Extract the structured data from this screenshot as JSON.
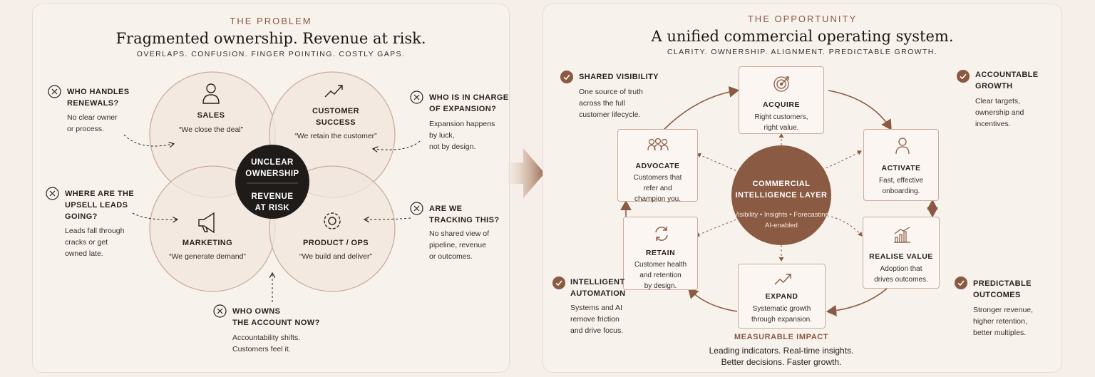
{
  "problem": {
    "eyebrow": "THE PROBLEM",
    "title": "Fragmented ownership. Revenue at risk.",
    "tagline": "OVERLAPS. CONFUSION. FINGER POINTING. COSTLY GAPS.",
    "circles": [
      {
        "title": "SALES",
        "quote": "“We close the deal”",
        "icon": "person-icon"
      },
      {
        "title_lines": [
          "CUSTOMER",
          "SUCCESS"
        ],
        "quote": "“We retain the customer”",
        "icon": "trend-up-icon"
      },
      {
        "title": "MARKETING",
        "quote": "“We generate demand”",
        "icon": "megaphone-icon"
      },
      {
        "title": "PRODUCT / OPS",
        "quote": "“We build and deliver”",
        "icon": "gear-icon"
      }
    ],
    "center": {
      "line1": "UNCLEAR",
      "line2": "OWNERSHIP",
      "line3": "REVENUE",
      "line4": "AT RISK"
    },
    "questions": [
      {
        "title_lines": [
          "WHO HANDLES",
          "RENEWALS?"
        ],
        "desc_lines": [
          "No clear owner",
          "or process."
        ]
      },
      {
        "title_lines": [
          "WHO IS IN CHARGE",
          "OF EXPANSION?"
        ],
        "desc_lines": [
          "Expansion happens",
          "by luck,",
          "not by design."
        ]
      },
      {
        "title_lines": [
          "WHERE ARE THE",
          "UPSELL LEADS",
          "GOING?"
        ],
        "desc_lines": [
          "Leads fall through",
          "cracks or get",
          "owned late."
        ]
      },
      {
        "title_lines": [
          "ARE WE",
          "TRACKING THIS?"
        ],
        "desc_lines": [
          "No shared view of",
          "pipeline, revenue",
          "or outcomes."
        ]
      },
      {
        "title_lines": [
          "WHO OWNS",
          "THE ACCOUNT NOW?"
        ],
        "desc_lines": [
          "Accountability shifts.",
          "Customers feel it."
        ]
      }
    ]
  },
  "opportunity": {
    "eyebrow": "THE OPPORTUNITY",
    "title": "A unified commercial operating system.",
    "tagline": "CLARITY. OWNERSHIP. ALIGNMENT. PREDICTABLE GROWTH.",
    "hub": {
      "line1": "COMMERCIAL",
      "line2": "INTELLIGENCE LAYER",
      "sub1": "Visibility • Insights • Forecasting",
      "sub2": "AI-enabled"
    },
    "stages": [
      {
        "title": "ACQUIRE",
        "desc_lines": [
          "Right customers,",
          "right value."
        ],
        "icon": "target-icon"
      },
      {
        "title": "ACTIVATE",
        "desc_lines": [
          "Fast, effective",
          "onboarding."
        ],
        "icon": "person-icon"
      },
      {
        "title": "REALISE VALUE",
        "desc_lines": [
          "Adoption that",
          "drives outcomes."
        ],
        "icon": "bar-chart-icon"
      },
      {
        "title": "EXPAND",
        "desc_lines": [
          "Systematic growth",
          "through expansion."
        ],
        "icon": "trend-up-icon"
      },
      {
        "title": "RETAIN",
        "desc_lines": [
          "Customer health",
          "and retention",
          "by design."
        ],
        "icon": "refresh-icon"
      },
      {
        "title": "ADVOCATE",
        "desc_lines": [
          "Customers that",
          "refer and",
          "champion you."
        ],
        "icon": "group-icon"
      }
    ],
    "benefits": [
      {
        "title_lines": [
          "SHARED VISIBILITY"
        ],
        "desc_lines": [
          "One source of truth",
          "across the full",
          "customer lifecycle."
        ]
      },
      {
        "title_lines": [
          "ACCOUNTABLE",
          "GROWTH"
        ],
        "desc_lines": [
          "Clear targets,",
          "ownership and",
          "incentives."
        ]
      },
      {
        "title_lines": [
          "INTELLIGENT",
          "AUTOMATION"
        ],
        "desc_lines": [
          "Systems and AI",
          "remove friction",
          "and drive focus."
        ]
      },
      {
        "title_lines": [
          "PREDICTABLE",
          "OUTCOMES"
        ],
        "desc_lines": [
          "Stronger revenue,",
          "higher retention,",
          "better multiples."
        ]
      }
    ],
    "impact": {
      "title": "MEASURABLE IMPACT",
      "line1": "Leading indicators. Real-time insights.",
      "line2": "Better decisions. Faster growth."
    }
  },
  "colors": {
    "accent": "#8a5a43",
    "hub_dark": "#1f1b19",
    "hub_brown": "#8a5a43",
    "background": "#f8f2ed"
  }
}
